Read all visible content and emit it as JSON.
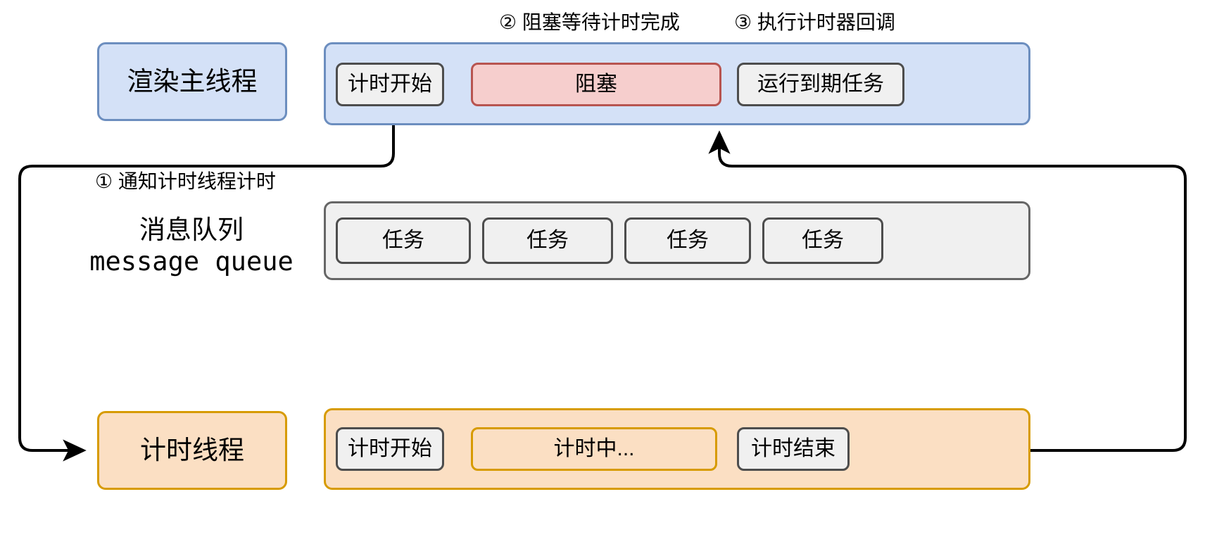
{
  "diagram": {
    "title": "Timer thread / message queue sequence diagram",
    "colors": {
      "blue_fill": "#d4e1f7",
      "blue_stroke": "#6c8ebf",
      "orange_fill": "#fbdfc3",
      "orange_stroke": "#d79b00",
      "red_fill": "#f6cecd",
      "red_stroke": "#b85450",
      "grey_fill": "#f0f0f0",
      "grey_stroke": "#4d4d4d",
      "queue_stroke": "#666666",
      "arrow": "#000000",
      "background": "#ffffff"
    }
  },
  "lanes": {
    "main_thread": {
      "label": "渲染主线程",
      "steps": [
        {
          "label": "计时开始",
          "style": "grey"
        },
        {
          "label": "阻塞",
          "style": "red"
        },
        {
          "label": "运行到期任务",
          "style": "grey"
        }
      ]
    },
    "timer_thread": {
      "label": "计时线程",
      "steps": [
        {
          "label": "计时开始",
          "style": "grey"
        },
        {
          "label": "计时中...",
          "style": "orange"
        },
        {
          "label": "计时结束",
          "style": "grey"
        }
      ]
    }
  },
  "queue": {
    "title_cn": "消息队列",
    "title_en": "message queue",
    "tasks": [
      {
        "label": "任务"
      },
      {
        "label": "任务"
      },
      {
        "label": "任务"
      },
      {
        "label": "任务"
      }
    ]
  },
  "annotations": {
    "step1": "① 通知计时线程计时",
    "step2": "② 阻塞等待计时完成",
    "step3": "③ 执行计时器回调"
  }
}
